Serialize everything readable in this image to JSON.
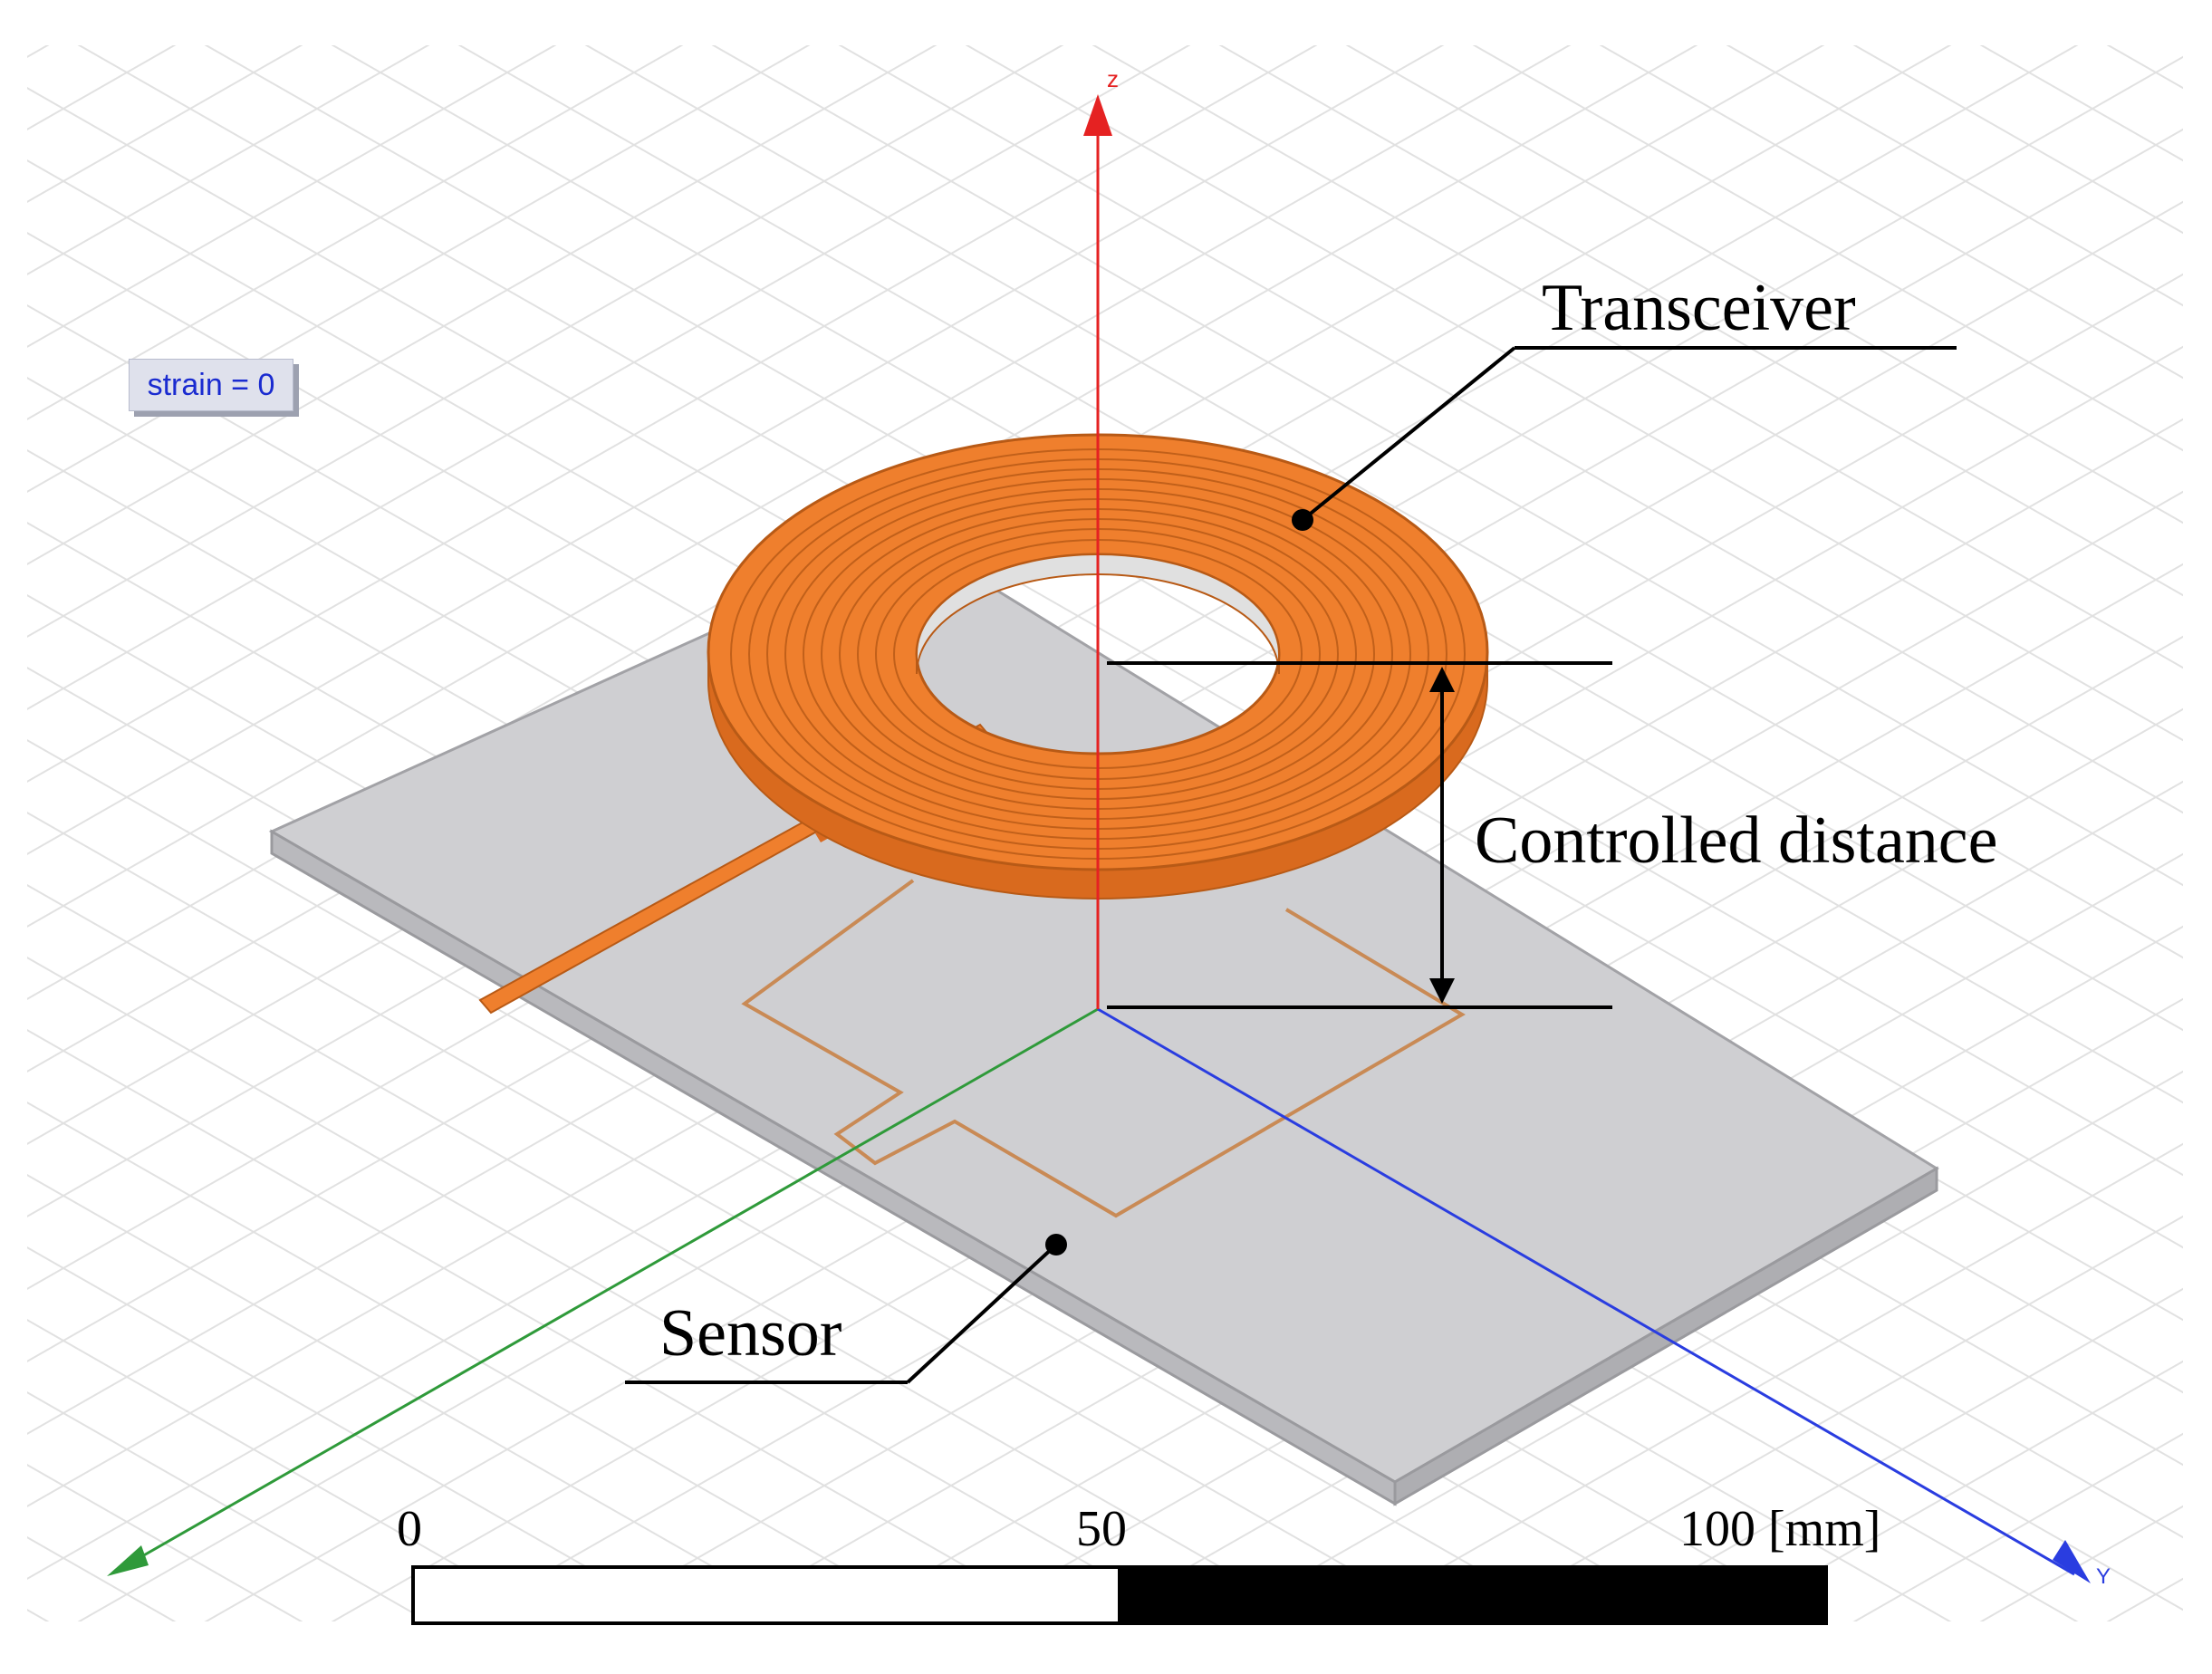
{
  "labels": {
    "transceiver": "Transceiver",
    "controlled_distance": "Controlled distance",
    "sensor": "Sensor",
    "strain_box": "strain = 0"
  },
  "axes": {
    "z": "z",
    "y": "Y"
  },
  "scale_bar": {
    "tick_0": "0",
    "tick_50": "50",
    "tick_100": "100 [mm]"
  },
  "colors": {
    "coil": "#ef7f2d",
    "coil_dark": "#b85a16",
    "substrate": "#c9c9cc",
    "sensor_trace": "#c98a55",
    "axis_z": "#e52222",
    "axis_x": "#2f9a3a",
    "axis_y": "#2a3de0",
    "annotation": "#000000"
  }
}
